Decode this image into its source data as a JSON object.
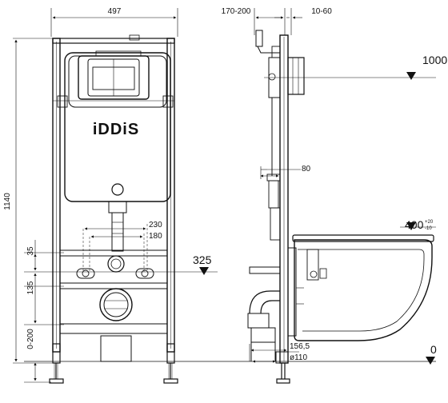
{
  "brand": {
    "logo_text": "iDDiS"
  },
  "front_view": {
    "width_label": "497",
    "height_label": "1140",
    "spacing_230_label": "230",
    "spacing_180_label": "180",
    "dim_35_label": "35",
    "dim_135_label": "135",
    "dim_0_200_label": "0-200"
  },
  "side_view": {
    "depth_label": "170-200",
    "offset_label": "10-60",
    "dim_80_label": "80",
    "dim_156_label": "156,5",
    "pipe_label": "ø110"
  },
  "levels": {
    "top_level": "1000",
    "mid_level": "325",
    "toilet_level": "400",
    "toilet_tol_plus": "+20",
    "toilet_tol_minus": "-10",
    "floor_level": "0"
  }
}
